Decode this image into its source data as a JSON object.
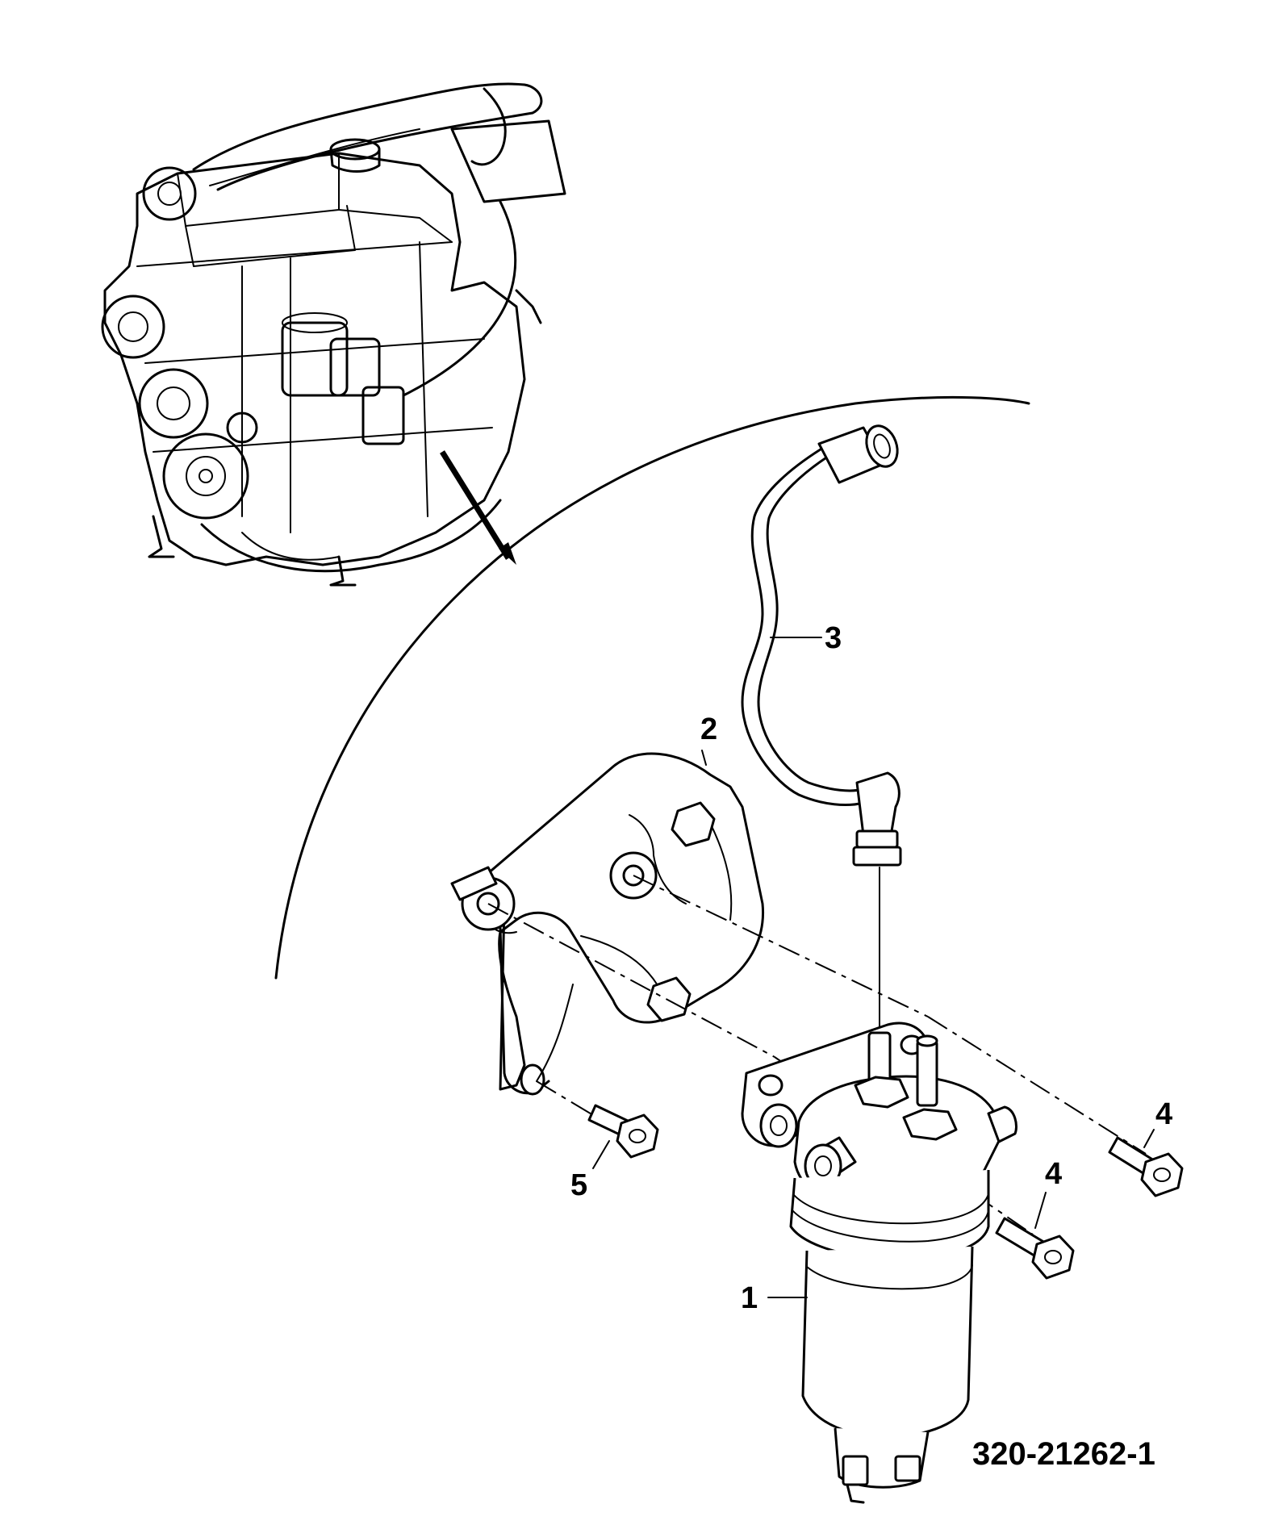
{
  "diagram": {
    "part_number": "320-21262-1",
    "callouts": [
      {
        "id": "1",
        "label": "1"
      },
      {
        "id": "2",
        "label": "2"
      },
      {
        "id": "3",
        "label": "3"
      },
      {
        "id": "4a",
        "label": "4"
      },
      {
        "id": "4b",
        "label": "4"
      },
      {
        "id": "5",
        "label": "5"
      }
    ]
  }
}
